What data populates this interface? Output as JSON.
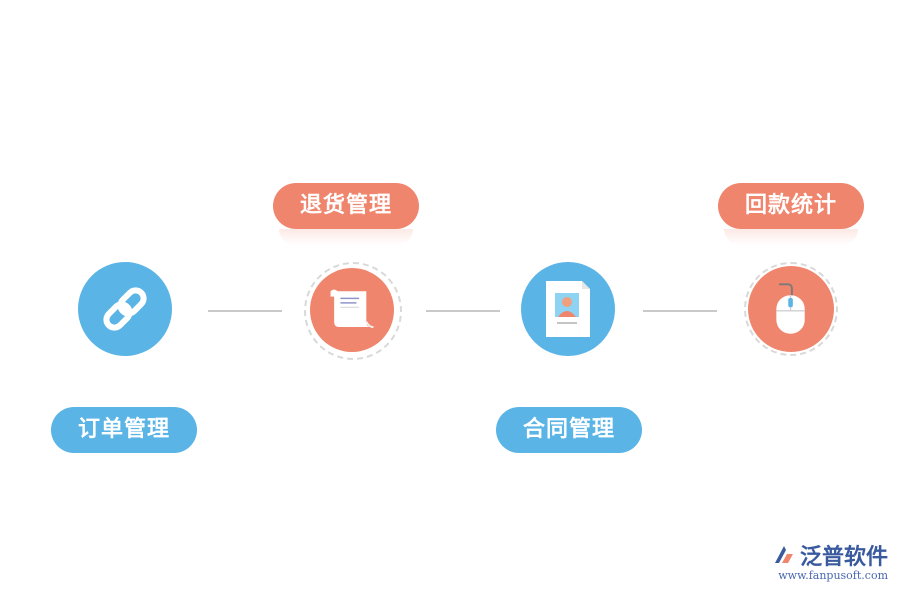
{
  "steps": [
    {
      "label": "订单管理",
      "color": "#5ab4e5",
      "icon": "link-icon"
    },
    {
      "label": "退货管理",
      "color": "#f0856d",
      "icon": "scroll-document-icon"
    },
    {
      "label": "合同管理",
      "color": "#5ab4e5",
      "icon": "contract-profile-icon"
    },
    {
      "label": "回款统计",
      "color": "#f0856d",
      "icon": "mouse-icon"
    }
  ],
  "brand": {
    "name": "泛普软件",
    "url": "www.fanpusoft.com"
  }
}
